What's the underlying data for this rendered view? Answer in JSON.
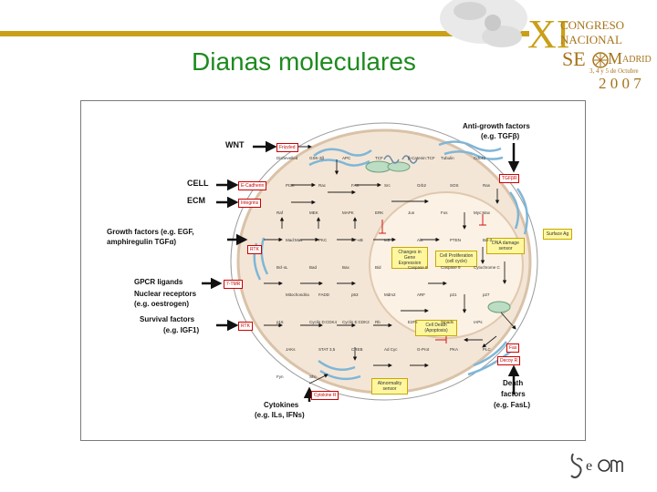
{
  "slide": {
    "title": "Dianas moleculares",
    "accent_color": "#c9a018",
    "title_color": "#1e8a1e"
  },
  "banner": {
    "roman": "XI",
    "congreso": "CONGRESO",
    "nacional": "NACIONAL",
    "org_left": "SE",
    "org_right": "M",
    "city": "ADRID",
    "dates": "3, 4 y 5 de Octubre",
    "year": "2 0 0 7"
  },
  "diagram": {
    "ext_labels": {
      "wnt": "WNT",
      "cell": "CELL",
      "ecm": "ECM",
      "growth_factors_1": "Growth factors (e.g. EGF,",
      "growth_factors_2": "amphiregulin TGFα)",
      "gpcr": "GPCR ligands",
      "nuclear_1": "Nuclear receptors",
      "nuclear_2": "(e.g. oestrogen)",
      "survival_1": "Survival factors",
      "survival_2": "(e.g. IGF1)",
      "anti_growth_1": "Anti-growth factors",
      "anti_growth_2": "(e.g. TGFβ)",
      "cytokines_1": "Cytokines",
      "cytokines_2": "(e.g. ILs, IFNs)",
      "death_1": "Death",
      "death_2": "factors",
      "death_3": "(e.g. FasL)"
    },
    "membrane_boxes": [
      "Frizzled",
      "E-Cadherin",
      "Integrins",
      "RTK",
      "7-TMR",
      "RTK",
      "TGFβR",
      "Fas",
      "Decoy R",
      "Cytokine R"
    ],
    "inner_labels": [
      "Dishevelled",
      "GSK-3β",
      "APC",
      "TCF",
      "β-Catenin:TCF",
      "Tubulin",
      "Cdc42",
      "PI3K",
      "Rac",
      "FAK",
      "Src",
      "Grb2",
      "SOS",
      "Ras",
      "Raf",
      "MEK",
      "MAPK",
      "ERK",
      "Jun",
      "Fos",
      "Myc:Max",
      "Mad:Max",
      "PKC",
      "NF-κB",
      "IκB",
      "Akt",
      "PTEN",
      "Bcl-2",
      "Bcl-xL",
      "Bad",
      "Bax",
      "Bid",
      "Caspase 8",
      "Caspase 9",
      "Cytochrome C",
      "Mitochondria",
      "FADD",
      "p53",
      "Mdm2",
      "ARF",
      "p21",
      "p27",
      "p16",
      "Cyclin D:CDK4",
      "Cyclin E:CDK2",
      "Rb",
      "E2Fs",
      "Smads",
      "IAPs",
      "JAKs",
      "STAT 3,5",
      "CREB",
      "Ad Cyc",
      "G-Prot",
      "PKA",
      "PLC",
      "Fyn",
      "Shc"
    ],
    "yellow_boxes": [
      "Changes in Gene Expression",
      "Cell Proliferation (cell cycle)",
      "Cell Death (Apoptosis)",
      "DNA damage sensor",
      "Abnormality sensor",
      "Surface Ag"
    ]
  },
  "footer": {
    "logo_text": "seom"
  }
}
